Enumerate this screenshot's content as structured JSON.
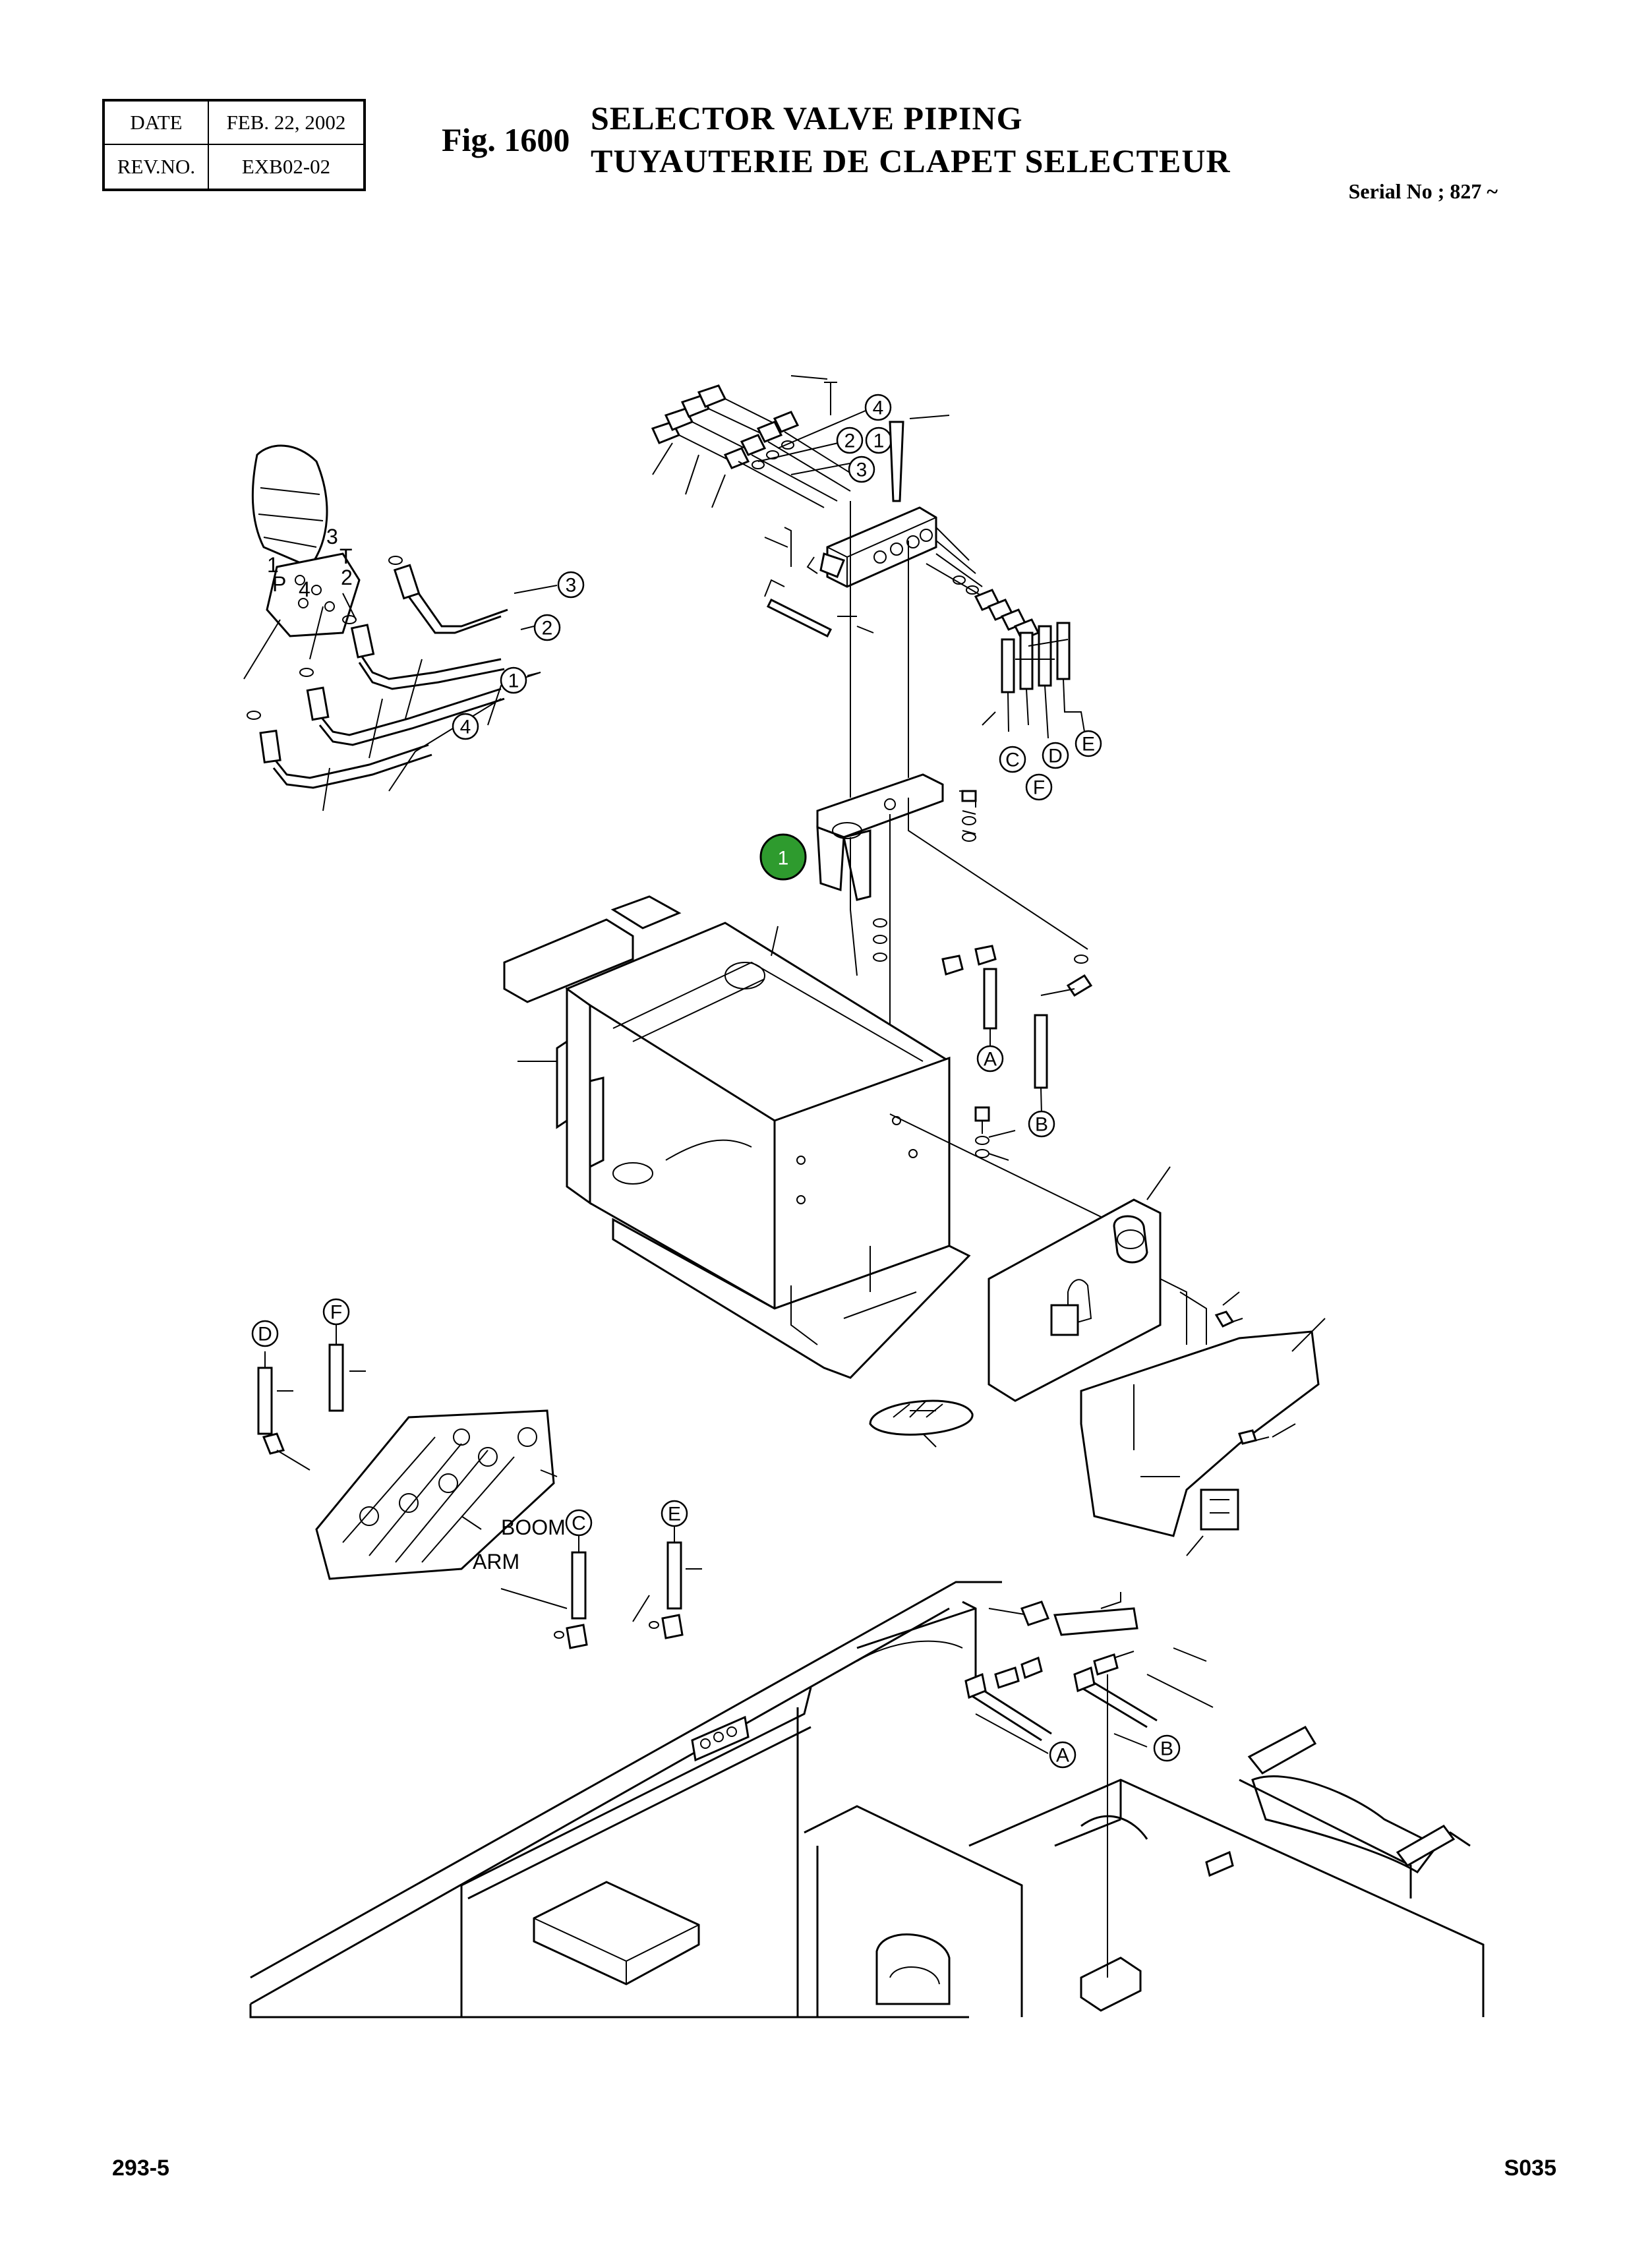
{
  "header": {
    "date_label": "DATE",
    "date_value": "FEB. 22, 2002",
    "rev_label": "REV.NO.",
    "rev_value": "EXB02-02"
  },
  "figure": {
    "number": "Fig. 1600",
    "title_en": "SELECTOR VALVE PIPING",
    "title_fr": "TUYAUTERIE DE CLAPET SELECTEUR",
    "serial": "Serial No ; 827 ~"
  },
  "footer": {
    "page": "293-5",
    "code": "S035"
  },
  "diagram": {
    "highlight_callout": "1",
    "highlight_color": "#2e9b2e",
    "valve_port_callouts": [
      "4",
      "2",
      "1",
      "3"
    ],
    "joystick_port_labels": [
      "3",
      "T",
      "2",
      "1",
      "P",
      "4"
    ],
    "joystick_hose_callouts": [
      "3",
      "2",
      "1",
      "4"
    ],
    "valve_output_callouts": [
      "C",
      "D",
      "E",
      "F"
    ],
    "lower_hose_callouts": [
      "A",
      "B"
    ],
    "control_valve_callouts": [
      "D",
      "F",
      "C",
      "E"
    ],
    "control_valve_labels": [
      "BOOM",
      "ARM"
    ],
    "floor_hose_callouts": [
      "A",
      "B"
    ]
  }
}
